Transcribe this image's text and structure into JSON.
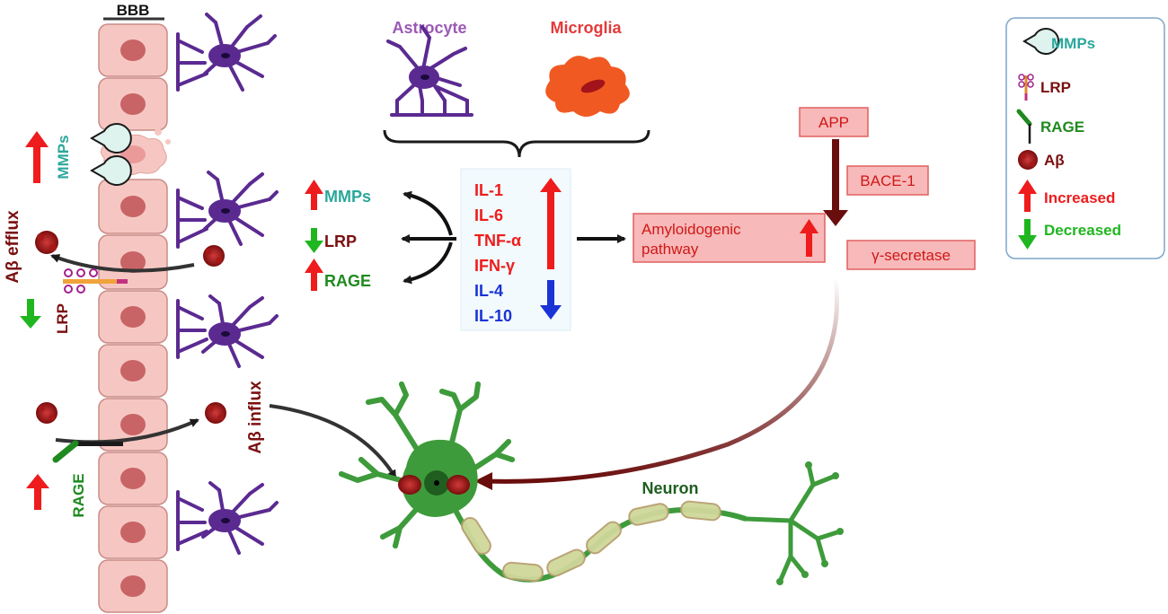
{
  "bbb": {
    "label": "BBB"
  },
  "glia": {
    "astrocyte": "Astrocyte",
    "microglia": "Microglia"
  },
  "barrier": {
    "mmps": "MMPs",
    "abeta_efflux": "Aβ efflux",
    "lrp": "LRP",
    "abeta_influx": "Aβ influx",
    "rage": "RAGE"
  },
  "effects": {
    "mmps": "MMPs",
    "lrp": "LRP",
    "rage": "RAGE"
  },
  "cytokines": {
    "increased": [
      "IL-1",
      "IL-6",
      "TNF-α",
      "IFN-γ"
    ],
    "decreased": [
      "IL-4",
      "IL-10"
    ]
  },
  "pathway": {
    "amyloidogenic_line1": "Amyloidogenic",
    "amyloidogenic_line2": "pathway",
    "app": "APP",
    "bace1": "BACE-1",
    "gamma_secretase": "γ-secretase"
  },
  "neuron": {
    "label": "Neuron"
  },
  "legend": {
    "mmps": "MMPs",
    "lrp": "LRP",
    "rage": "RAGE",
    "abeta": "Aβ",
    "increased": "Increased",
    "decreased": "Decreased"
  },
  "colors": {
    "astrocyte": "#5b2a91",
    "microglia": "#f05a22",
    "cell": "#f6c7c2",
    "nucleus": "#c86466",
    "up": "#ee1c1c",
    "down": "#1fb61f",
    "teal": "#2aa79b",
    "darkred": "#7a1010",
    "green": "#1f8a1f",
    "blue": "#1a33d6",
    "neuron": "#3e9b3b"
  }
}
